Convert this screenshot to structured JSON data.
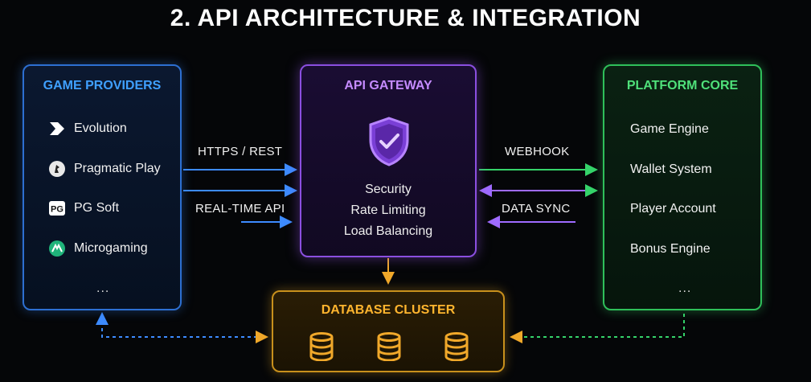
{
  "title": "2. API ARCHITECTURE & INTEGRATION",
  "providers": {
    "title": "GAME PROVIDERS",
    "items": [
      {
        "label": "Evolution",
        "icon": "evolution-logo-icon"
      },
      {
        "label": "Pragmatic Play",
        "icon": "pragmatic-play-logo-icon"
      },
      {
        "label": "PG Soft",
        "icon": "pg-soft-logo-icon"
      },
      {
        "label": "Microgaming",
        "icon": "microgaming-logo-icon"
      }
    ],
    "more": "...",
    "accent": "#3fa0ff"
  },
  "gateway": {
    "title": "API GATEWAY",
    "icon": "shield-check-icon",
    "items": [
      "Security",
      "Rate Limiting",
      "Load Balancing"
    ],
    "accent": "#c58bff"
  },
  "core": {
    "title": "PLATFORM CORE",
    "items": [
      "Game Engine",
      "Wallet System",
      "Player Account",
      "Bonus Engine"
    ],
    "more": "...",
    "accent": "#4fe07a"
  },
  "database": {
    "title": "DATABASE CLUSTER",
    "icon": "database-cylinder-icon",
    "accent": "#ffb52e"
  },
  "connections": {
    "https_rest": "HTTPS / REST",
    "realtime_api": "REAL-TIME API",
    "webhook": "WEBHOOK",
    "data_sync": "DATA SYNC"
  }
}
